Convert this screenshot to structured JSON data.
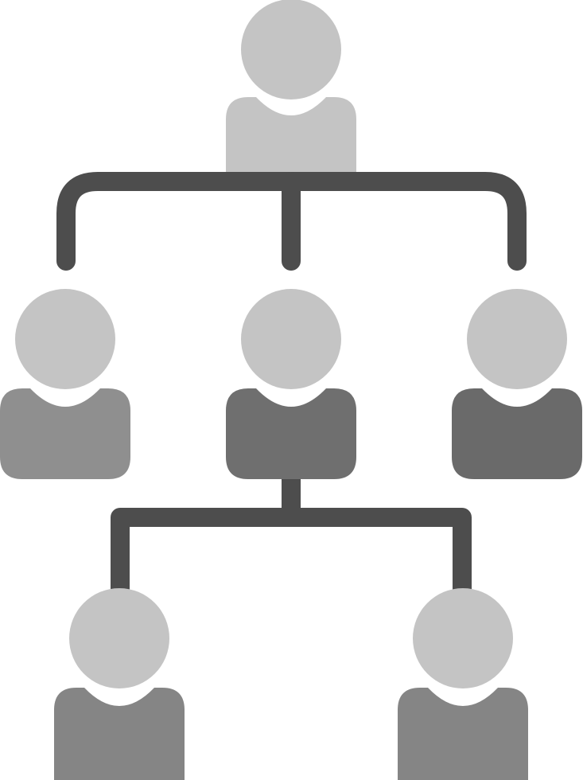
{
  "diagram": {
    "kind": "organization-hierarchy-icon",
    "colors": {
      "background": "#ffffff",
      "connector": "#4d4d4d",
      "head": "#c4c4c4",
      "body_top": "#c4c4c4",
      "body_middle_left": "#8f8f8f",
      "body_middle_center": "#6f6f6f",
      "body_middle_right": "#6a6a6a",
      "body_bottom": "#858585"
    },
    "nodes": [
      {
        "id": "top-person",
        "level": 1,
        "icon": "person-icon"
      },
      {
        "id": "middle-left-person",
        "level": 2,
        "icon": "person-icon"
      },
      {
        "id": "middle-center-person",
        "level": 2,
        "icon": "person-icon"
      },
      {
        "id": "middle-right-person",
        "level": 2,
        "icon": "person-icon"
      },
      {
        "id": "bottom-left-person",
        "level": 3,
        "icon": "person-icon"
      },
      {
        "id": "bottom-right-person",
        "level": 3,
        "icon": "person-icon"
      }
    ],
    "edges": [
      {
        "from": "top-person",
        "to": "middle-left-person"
      },
      {
        "from": "top-person",
        "to": "middle-center-person"
      },
      {
        "from": "top-person",
        "to": "middle-right-person"
      },
      {
        "from": "middle-center-person",
        "to": "bottom-left-person"
      },
      {
        "from": "middle-center-person",
        "to": "bottom-right-person"
      }
    ]
  }
}
